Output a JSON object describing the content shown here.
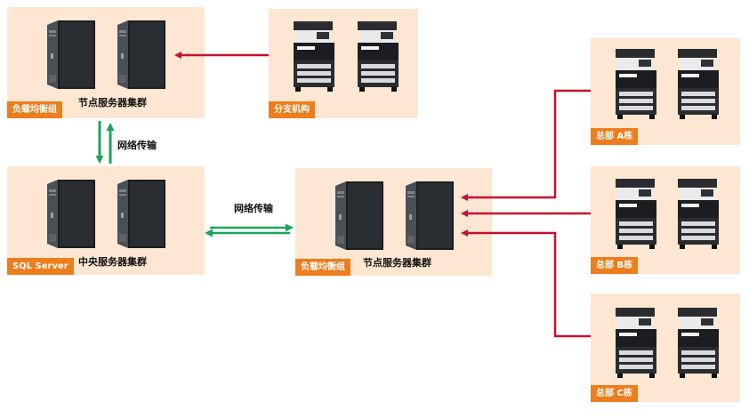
{
  "colors": {
    "panel_bg": "#fde7d2",
    "tag_bg": "#ee7d1e",
    "red_arrow": "#c8102e",
    "green_arrow": "#1aa55a"
  },
  "nodes": {
    "top_left": {
      "tag": "负载均衡组",
      "caption": "节点服务器集群",
      "device": "server-tower-icon"
    },
    "branch": {
      "tag": "分支机构",
      "caption": "",
      "device": "printer-mfp-icon"
    },
    "central": {
      "tag": "SQL Server",
      "caption": "中央服务器集群",
      "device": "server-tower-icon"
    },
    "middle": {
      "tag": "负载均衡组",
      "caption": "节点服务器集群",
      "device": "server-tower-icon"
    },
    "hq_a": {
      "tag": "总部 A栋",
      "device": "printer-mfp-icon"
    },
    "hq_b": {
      "tag": "总部 B栋",
      "device": "printer-mfp-icon"
    },
    "hq_c": {
      "tag": "总部 C栋",
      "device": "printer-mfp-icon"
    }
  },
  "links": {
    "vertical_label": "网络传输",
    "horizontal_label": "网络传输"
  }
}
